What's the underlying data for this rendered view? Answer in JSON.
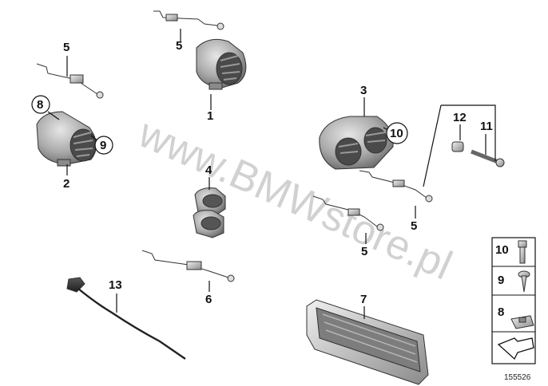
{
  "diagram": {
    "watermark": "www.BMWstore.pl",
    "reference_number": "155526",
    "callouts": {
      "c1": "1",
      "c2": "2",
      "c3": "3",
      "c4": "4",
      "c5a": "5",
      "c5b": "5",
      "c5c": "5",
      "c5d": "5",
      "c6": "6",
      "c7": "7",
      "c8": "8",
      "c9": "9",
      "c10": "10",
      "c11": "11",
      "c12": "12",
      "c13": "13"
    },
    "legend": {
      "r10": "10",
      "r9": "9",
      "r8": "8"
    }
  }
}
